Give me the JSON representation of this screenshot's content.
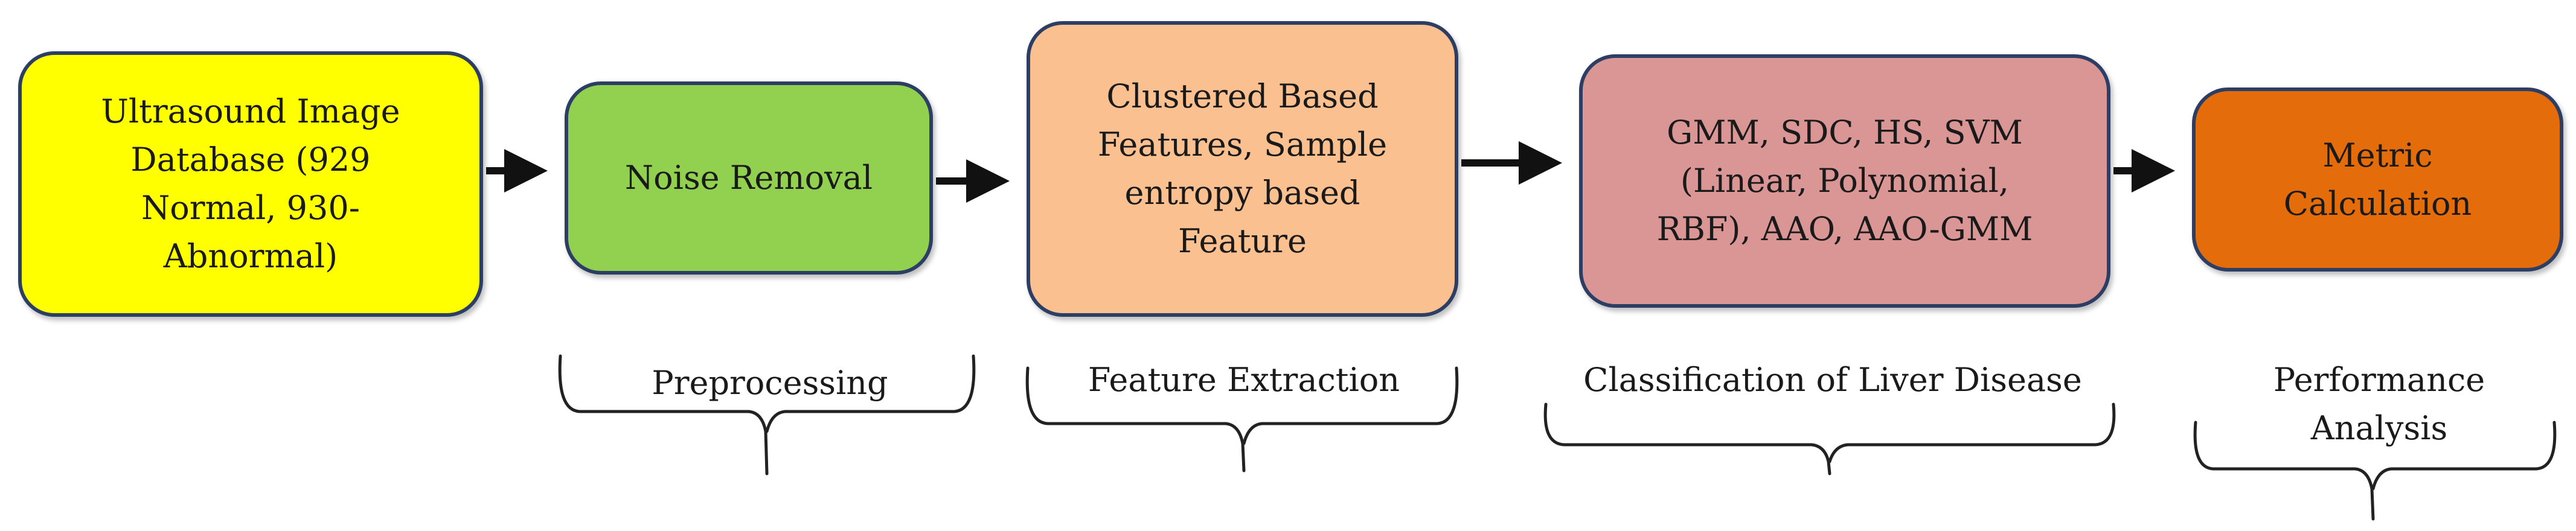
{
  "blocks": [
    {
      "text": "Ultrasound Image\nDatabase (929\nNormal, 930-\nAbnormal)",
      "color": "#ffff00"
    },
    {
      "text": "Noise Removal",
      "color": "#92d050"
    },
    {
      "text": "Clustered Based\nFeatures, Sample\nentropy based\nFeature",
      "color": "#fac090"
    },
    {
      "text": "GMM, SDC,  HS, SVM\n(Linear, Polynomial,\nRBF), AAO, AAO-GMM",
      "color": "#d99694"
    },
    {
      "text": "Metric\nCalculation",
      "color": "#e46c0a"
    }
  ],
  "stages": [
    {
      "label": "Preprocessing"
    },
    {
      "label": "Feature Extraction"
    },
    {
      "label": "Classification of Liver Disease"
    },
    {
      "label": "Performance\nAnalysis"
    }
  ],
  "colors": {
    "border": "#2c3e64",
    "arrow": "#111111",
    "brace": "#222222"
  }
}
